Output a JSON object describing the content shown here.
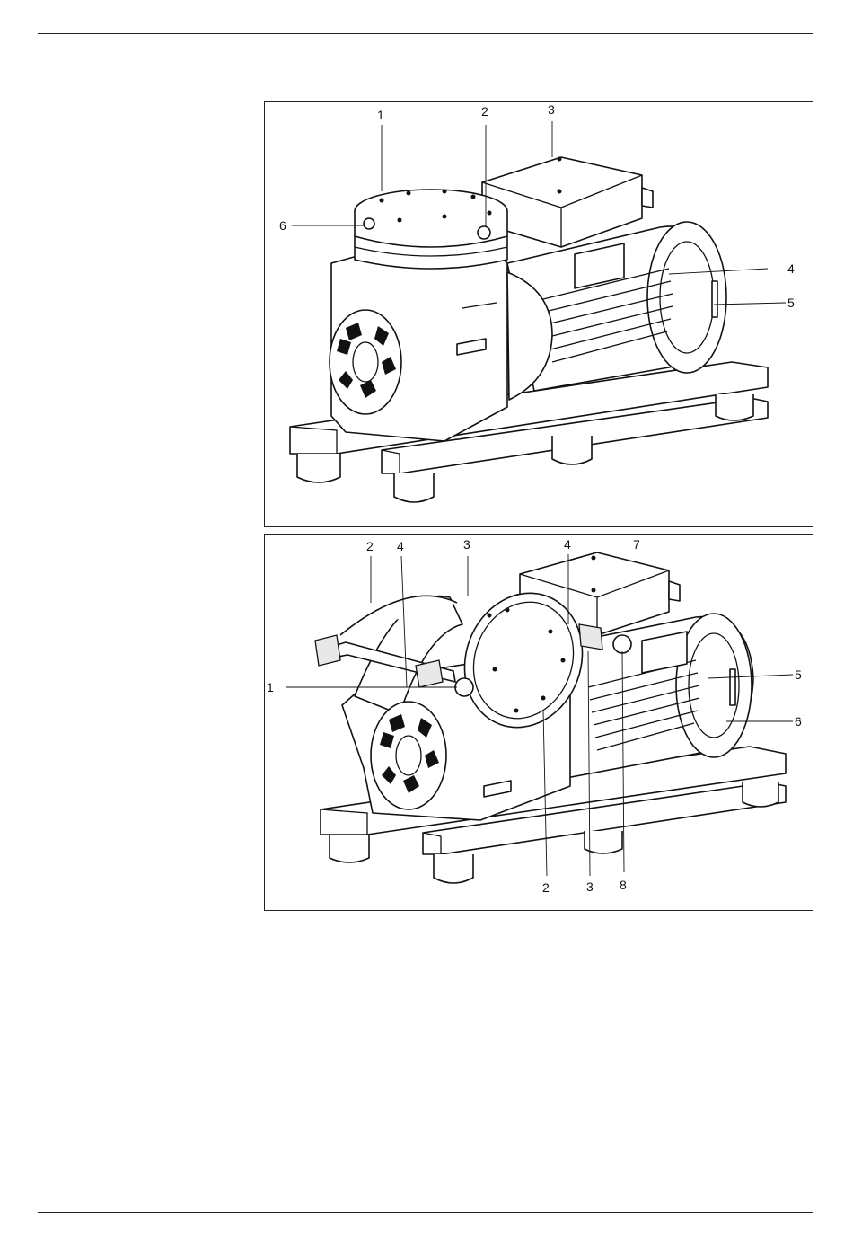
{
  "figures": [
    {
      "callouts": [
        {
          "label": "1"
        },
        {
          "label": "2"
        },
        {
          "label": "3"
        },
        {
          "label": "4"
        },
        {
          "label": "5"
        },
        {
          "label": "6"
        }
      ]
    },
    {
      "callouts": [
        {
          "label": "2"
        },
        {
          "label": "4"
        },
        {
          "label": "3"
        },
        {
          "label": "4"
        },
        {
          "label": "7"
        },
        {
          "label": "1"
        },
        {
          "label": "5"
        },
        {
          "label": "6"
        },
        {
          "label": "2"
        },
        {
          "label": "3"
        },
        {
          "label": "8"
        }
      ]
    }
  ]
}
